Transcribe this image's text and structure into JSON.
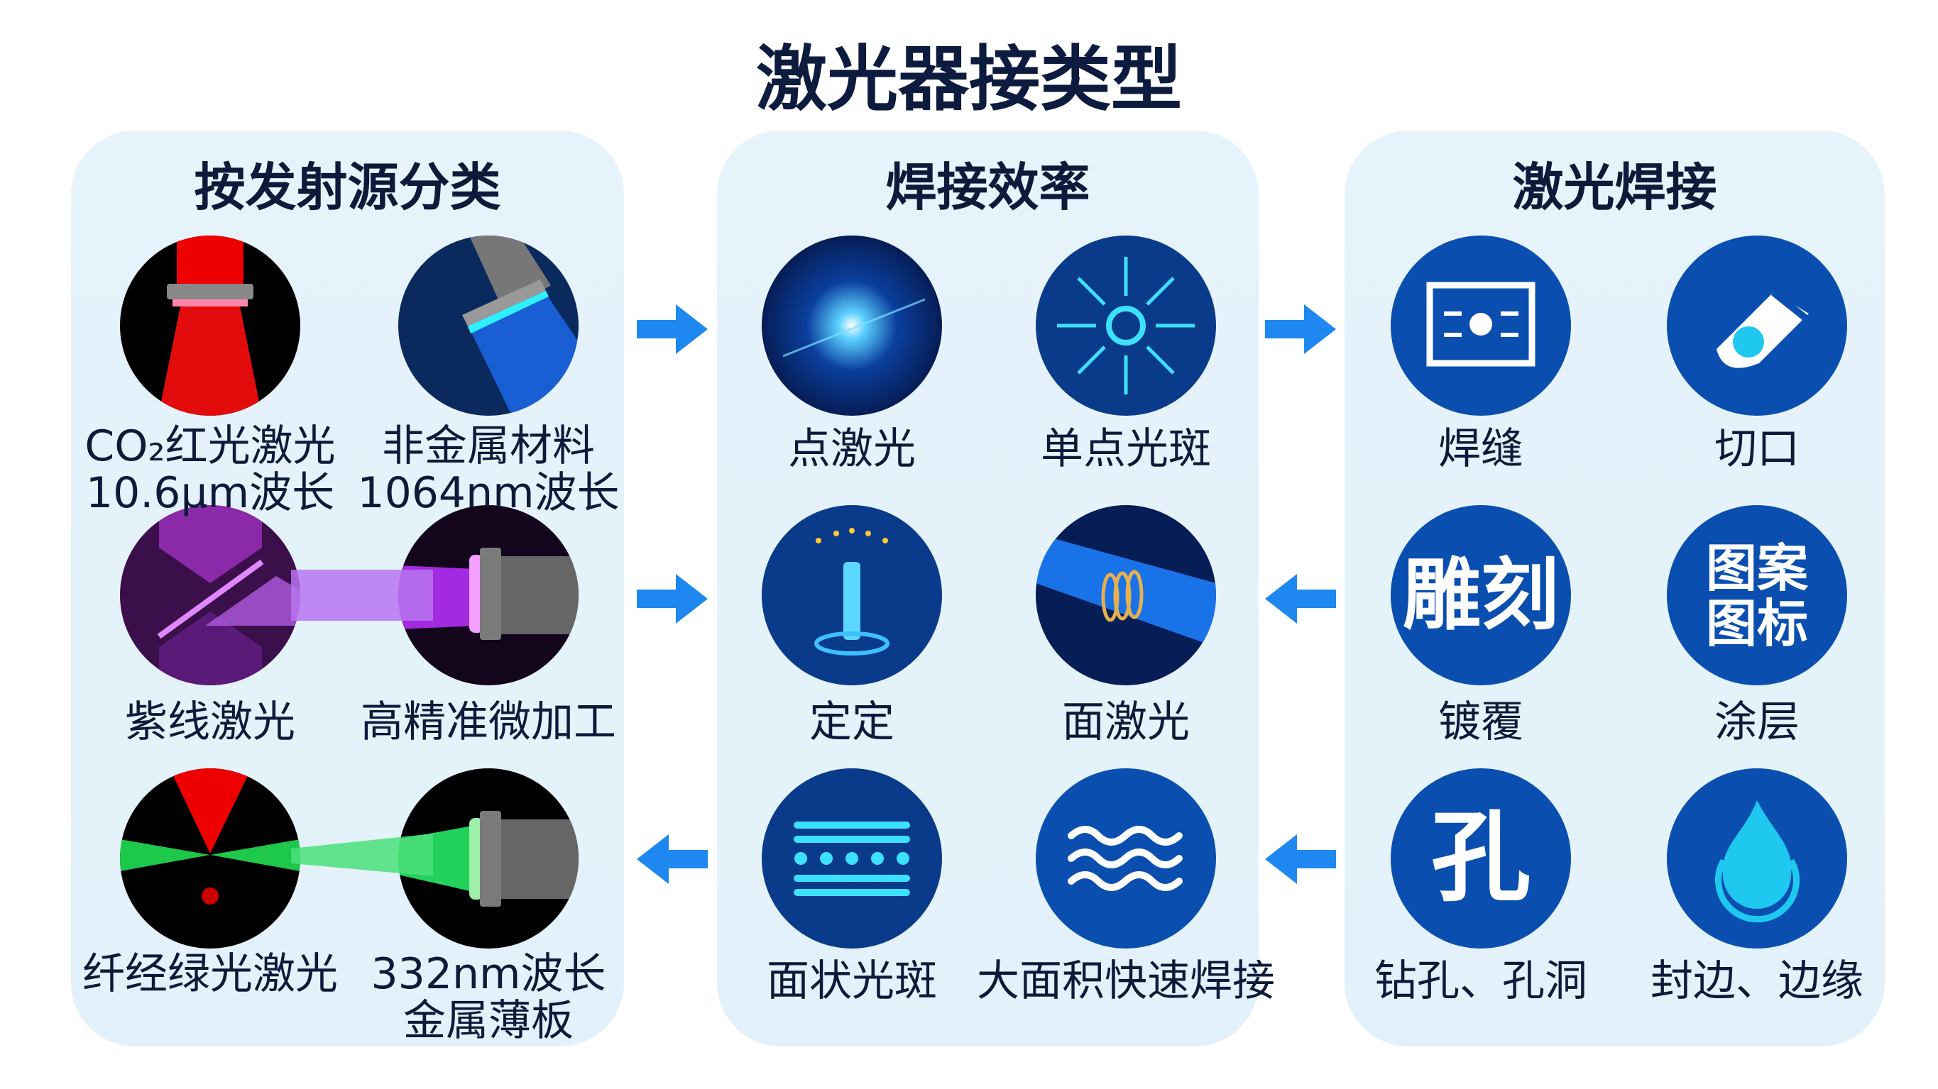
{
  "title": "激光器接类型",
  "panels": [
    {
      "title": "按发射源分类",
      "items": [
        {
          "label1": "CO₂红光激光",
          "label2": "10.6μm波长",
          "icon": "red-laser-icon"
        },
        {
          "label1": "非金属材料",
          "label2": "1064nm波长",
          "icon": "blue-laser-icon"
        },
        {
          "label1": "紫线激光",
          "icon": "purple-laser-icon"
        },
        {
          "label1": "高精准微加工",
          "icon": "purple-emitter-icon"
        },
        {
          "label1": "纤经绿光激光",
          "icon": "green-laser-icon"
        },
        {
          "label1": "332nm波长",
          "label2": "金属薄板",
          "icon": "green-emitter-icon"
        }
      ]
    },
    {
      "title": "焊接效率",
      "items": [
        {
          "label1": "点激光",
          "icon": "star-burst-icon"
        },
        {
          "label1": "单点光斑",
          "icon": "sun-ray-icon"
        },
        {
          "label1": "定定",
          "icon": "light-pillar-icon"
        },
        {
          "label1": "面激光",
          "icon": "beam-coil-icon"
        },
        {
          "label1": "面状光斑",
          "icon": "dotted-lines-icon"
        },
        {
          "label1": "大面积快速焊接",
          "icon": "waves-icon"
        }
      ]
    },
    {
      "title": "激光焊接",
      "items": [
        {
          "label1": "焊缝",
          "icon": "weld-panel-icon"
        },
        {
          "label1": "切口",
          "icon": "cut-icon"
        },
        {
          "label1": "镀覆",
          "glyph": "雕刻",
          "icon": "engrave-icon"
        },
        {
          "label1": "涂层",
          "glyph": "图案图标",
          "glyph1": "图案",
          "glyph2": "图标",
          "icon": "pattern-icon"
        },
        {
          "label1": "钻孔、孔洞",
          "glyph": "孔",
          "icon": "hole-icon"
        },
        {
          "label1": "封边、边缘",
          "icon": "drop-icon"
        }
      ]
    }
  ],
  "colors": {
    "arrow": "#1e88f0",
    "circle": "#0a4fb0",
    "text": "#0e1a3a"
  }
}
